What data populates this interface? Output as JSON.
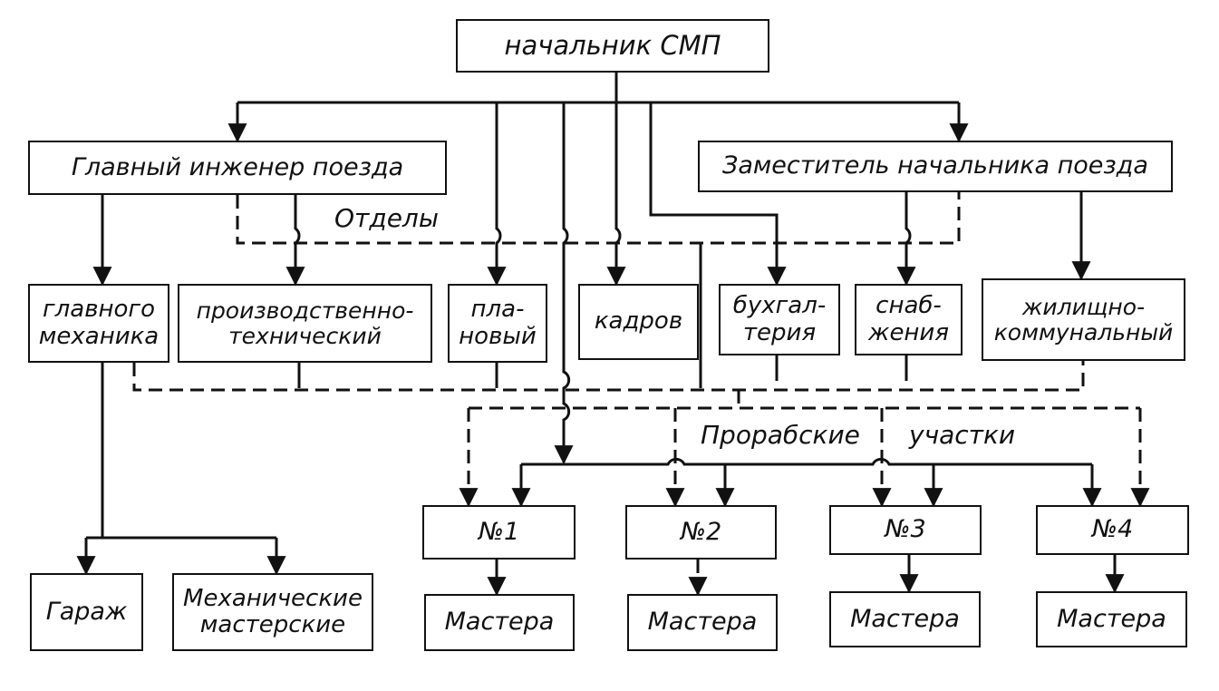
{
  "head": "начальник СМП",
  "chief_engineer": "Главный инженер поезда",
  "deputy_head": "Заместитель начальника поезда",
  "departments_label": "Отделы",
  "departments": {
    "chief_mechanic": [
      "главного",
      "механика"
    ],
    "production_technical": [
      "производственно-",
      "технический"
    ],
    "planning": [
      "пла-",
      "новый"
    ],
    "personnel": "кадров",
    "accounting": [
      "бухгал-",
      "терия"
    ],
    "supply": [
      "снаб-",
      "жения"
    ],
    "housing": [
      "жилищно-",
      "коммунальный"
    ]
  },
  "sections_label_1": "Прорабские",
  "sections_label_2": "участки",
  "sections": [
    "№1",
    "№2",
    "№3",
    "№4"
  ],
  "masters": [
    "Мастера",
    "Мастера",
    "Мастера",
    "Мастера"
  ],
  "garage": "Гараж",
  "workshops": [
    "Механические",
    "мастерские"
  ]
}
